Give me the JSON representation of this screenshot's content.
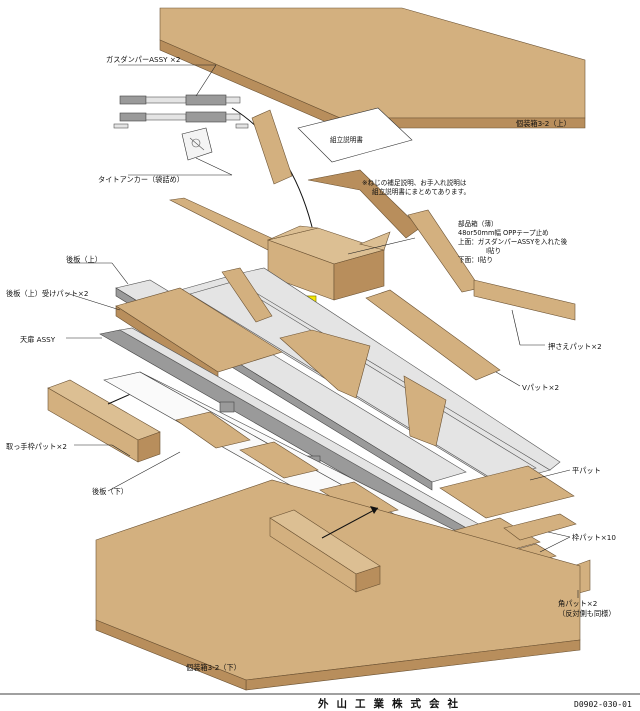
{
  "labels": {
    "gas_damper": "ガスダンパーASSY  ×2",
    "tight_anchor": "タイトアンカー（袋詰め）",
    "manual": "組立説明書",
    "box_top": "個装箱3-2（上）",
    "note_line1": "※ねじの補足説明、お手入れ説明は",
    "note_line2": "組立説明書にまとめてあります。",
    "parts_box_line1": "部品箱（薄）",
    "parts_box_line2": "48or50mm幅  OPPテープ止め",
    "parts_box_line3": "上面：ガスダンパーASSYを入れた後",
    "parts_box_line4": "I貼り",
    "parts_box_line5": "下面：I貼り",
    "back_upper": "後板（上）",
    "back_upper_pad": "後板（上）受けパット×2",
    "top_door": "天扉  ASSY",
    "press_pad": "押さえパット×2",
    "v_pad": "Vパット×2",
    "handle_frame_pad": "取っ手枠パット×2",
    "flat_pad": "平パット",
    "back_lower": "後板（下）",
    "frame_pad": "枠パット×10",
    "corner_pad_line1": "角パット×2",
    "corner_pad_line2": "（反対側も同様）",
    "box_bottom": "個装箱3-2（下）"
  },
  "footer": {
    "company": "外山工業株式会社",
    "doc_code": "D0902-030-01"
  },
  "colors": {
    "cardboard": "#d3b07f",
    "cardboard_dark": "#b88e5c",
    "arrow": "#f2e600"
  }
}
